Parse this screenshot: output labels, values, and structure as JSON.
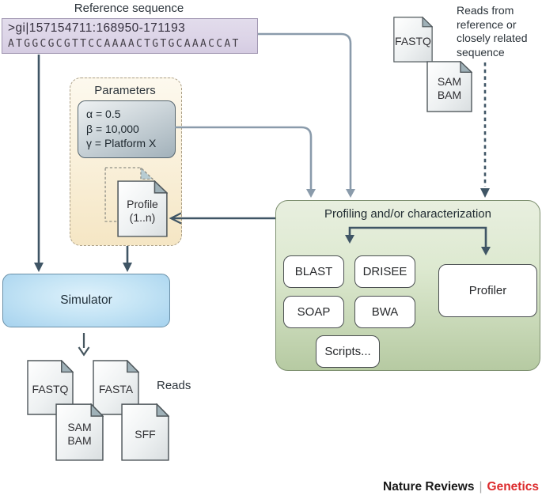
{
  "reference": {
    "label": "Reference sequence",
    "fasta_header": ">gi|157154711:168950-171193",
    "sequence": "ATGGCGCGTTCCAAAACTGTGCAAACCAT"
  },
  "reads_input": {
    "caption": "Reads from reference or closely related sequence",
    "files": [
      {
        "lines": [
          "FASTQ"
        ]
      },
      {
        "lines": [
          "SAM",
          "BAM"
        ]
      }
    ]
  },
  "parameters": {
    "title": "Parameters",
    "alpha": "α = 0.5",
    "beta": "β = 10,000",
    "gamma": "γ = Platform X",
    "profile": {
      "lines": [
        "Profile",
        "(1..n)"
      ]
    }
  },
  "profiling": {
    "title": "Profiling and/or characterization",
    "tools": [
      "BLAST",
      "DRISEE",
      "SOAP",
      "BWA",
      "Scripts..."
    ],
    "profiler": "Profiler"
  },
  "simulator": {
    "label": "Simulator"
  },
  "output": {
    "caption": "Reads",
    "files": [
      {
        "lines": [
          "FASTQ"
        ]
      },
      {
        "lines": [
          "FASTA"
        ]
      },
      {
        "lines": [
          "SAM",
          "BAM"
        ]
      },
      {
        "lines": [
          "SFF"
        ]
      }
    ]
  },
  "branding": {
    "journal": "Nature Reviews",
    "separator": "|",
    "field": "Genetics"
  },
  "colors": {
    "reference_box": "#ddd6e9",
    "parameters_box": "#f9efd8",
    "parameter_values_box": "#b8c5cd",
    "profiling_box_top": "#e8efdf",
    "profiling_box_bottom": "#b6caa2",
    "simulator_box": "#aed7ef",
    "arrow_light": "#8a9bab",
    "arrow_dark": "#3f5565",
    "brand_red": "#dc2a2c"
  }
}
